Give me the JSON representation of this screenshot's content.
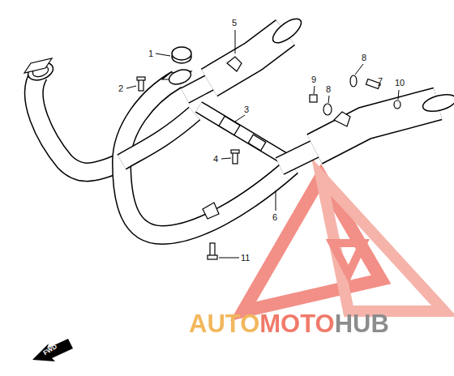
{
  "diagram": {
    "labels": [
      "1",
      "2",
      "3",
      "4",
      "5",
      "6",
      "7",
      "8",
      "8",
      "9",
      "10",
      "11",
      "FWD",
      "AUTOMOTOHUB"
    ]
  }
}
